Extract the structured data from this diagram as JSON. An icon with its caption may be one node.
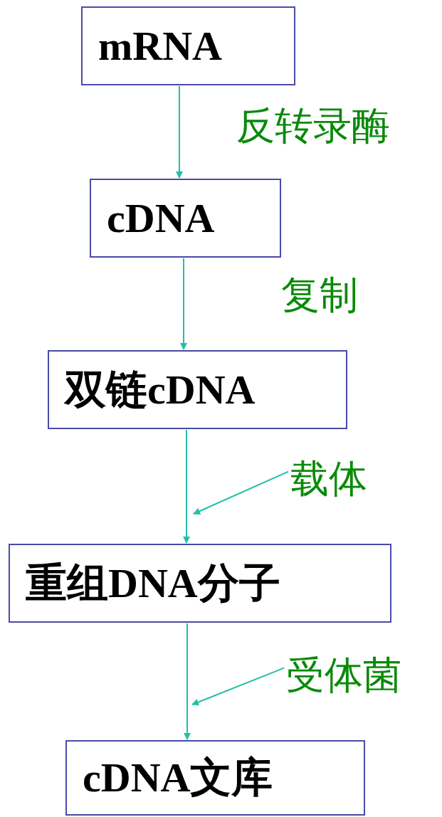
{
  "diagram": {
    "nodes": [
      {
        "text": [
          "mRNA"
        ]
      },
      {
        "text": [
          "cDNA"
        ]
      },
      {
        "text": [
          "双链cDNA"
        ]
      },
      {
        "text": [
          "重组DNA分子"
        ]
      },
      {
        "text": [
          "cDNA文库"
        ]
      },
      {
        "text": [
          "载体"
        ]
      },
      {
        "text": [
          "受体菌"
        ]
      }
    ],
    "edges": [
      {
        "from": 0,
        "to": 1,
        "arrow": "to",
        "label": "反转录酶"
      },
      {
        "from": 1,
        "to": 2,
        "arrow": "to",
        "label": "复制"
      },
      {
        "from": 2,
        "to": 3,
        "arrow": "to"
      },
      {
        "from": 3,
        "to": 4,
        "arrow": "to"
      },
      {
        "from": 5,
        "to": null,
        "arrow": "to"
      },
      {
        "from": 6,
        "to": null,
        "arrow": "to"
      }
    ]
  }
}
